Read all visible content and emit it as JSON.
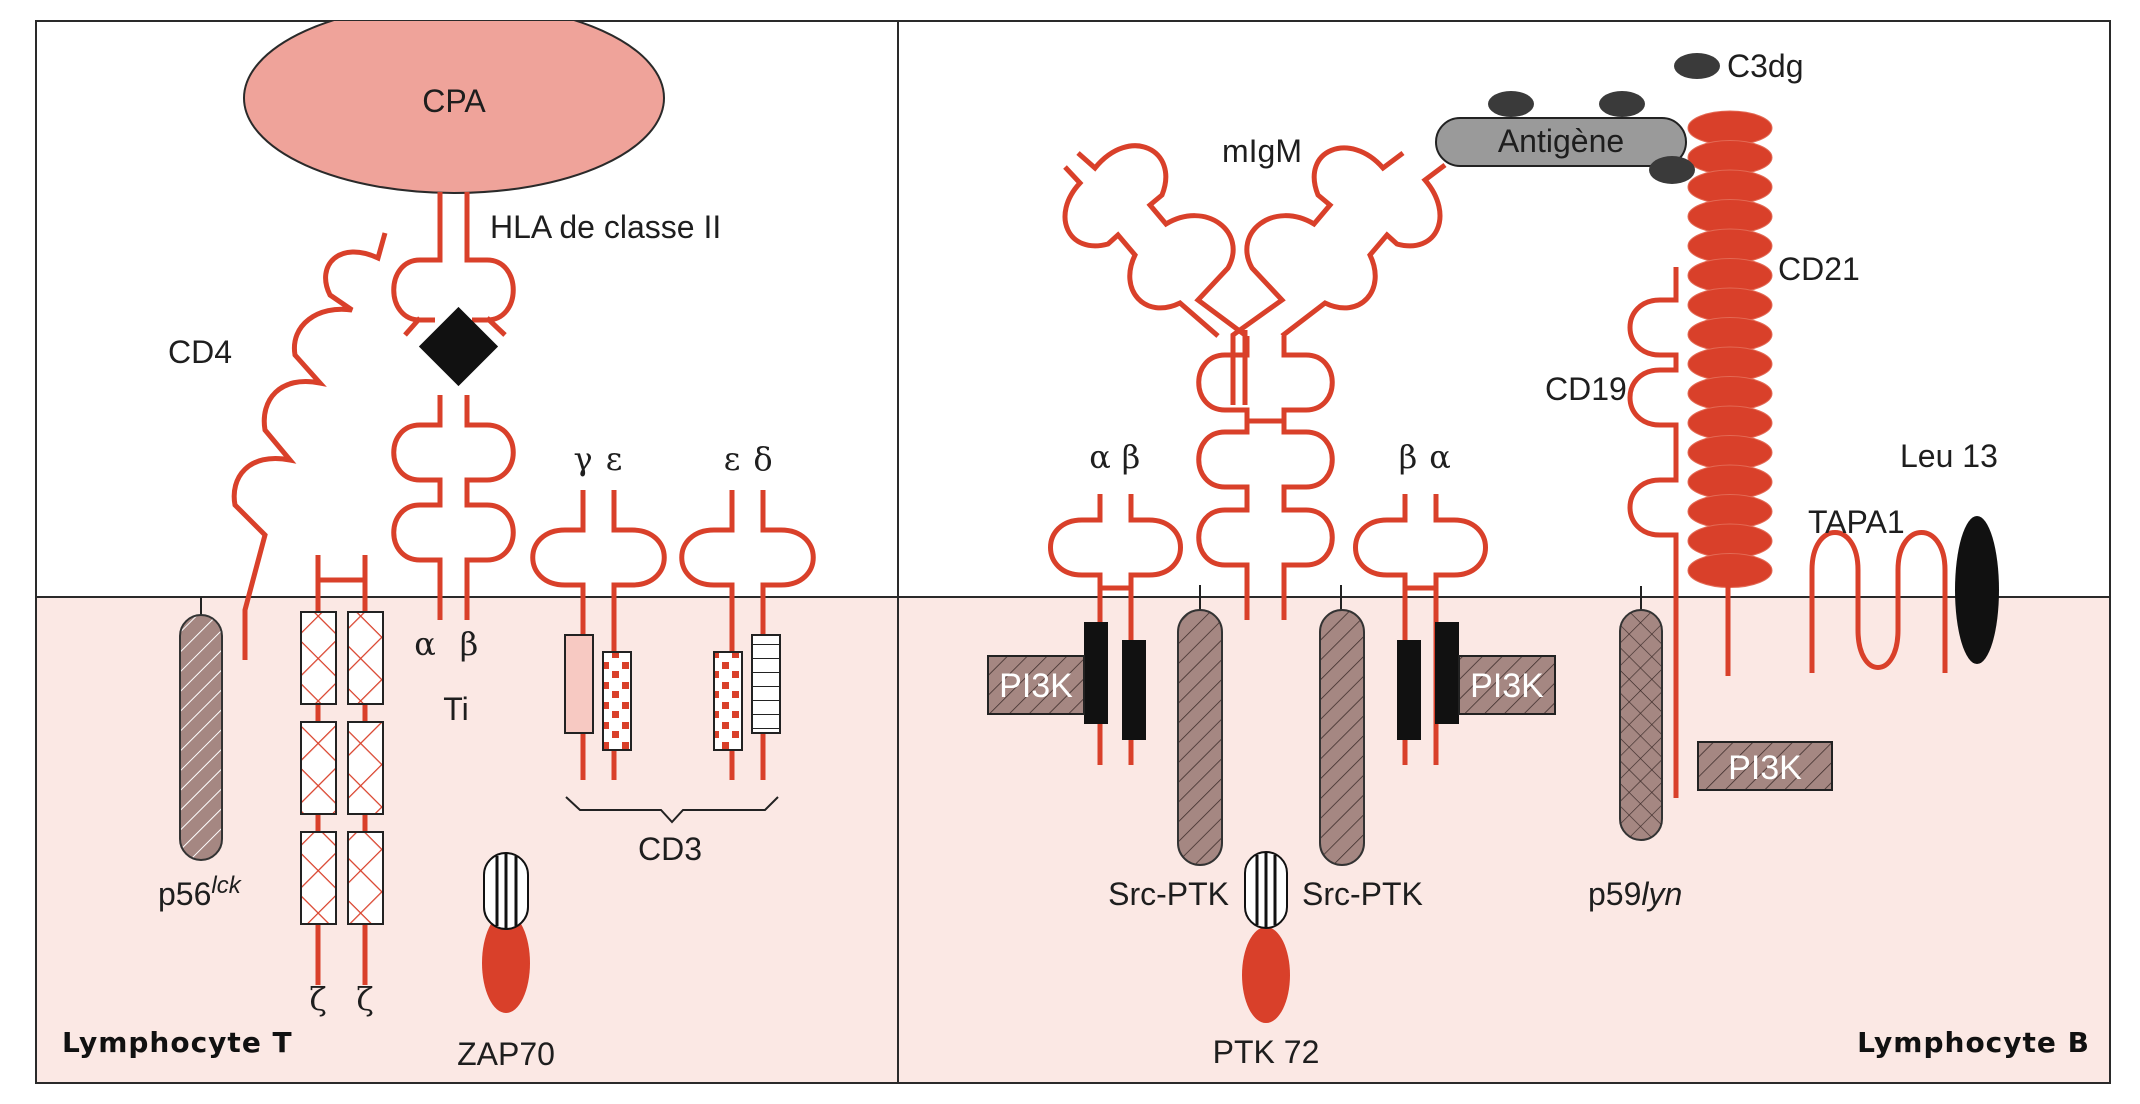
{
  "figure": {
    "left_panel": {
      "title": "Lymphocyte T",
      "apc_label": "CPA",
      "mhc_label": "HLA de classe II",
      "cd4_label": "CD4",
      "tcr_alpha": "α",
      "tcr_beta": "β",
      "tcr_label": "Ti",
      "cd3_chains_1": [
        "γ",
        "ε"
      ],
      "cd3_chains_2": [
        "ε",
        "δ"
      ],
      "cd3_label": "CD3",
      "zeta_1": "ζ",
      "zeta_2": "ζ",
      "lck_prefix": "p56",
      "lck_suffix": "lck",
      "zap_label": "ZAP70"
    },
    "right_panel": {
      "title": "Lymphocyte B",
      "migm_label": "mIgM",
      "antigen_label": "Antigène",
      "c3dg_label": "C3dg",
      "cd21_label": "CD21",
      "cd19_label": "CD19",
      "leu13_label": "Leu 13",
      "tapa1_label": "TAPA1",
      "iga_left": [
        "α",
        "β"
      ],
      "iga_right": [
        "β",
        "α"
      ],
      "pi3k_label": "PI3K",
      "src_left": "Src-PTK",
      "src_right": "Src-PTK",
      "ptk72_label": "PTK 72",
      "lyn_prefix": "p59",
      "lyn_suffix": "lyn"
    },
    "colors": {
      "protein_red": "#d9402a",
      "apc_pink": "#efa39a",
      "cytoplasm": "#fbe8e4",
      "kinase_brown": "#a58782",
      "antigen_gray": "#9a9a9a",
      "c3dg_dark": "#3a3a3a"
    }
  }
}
